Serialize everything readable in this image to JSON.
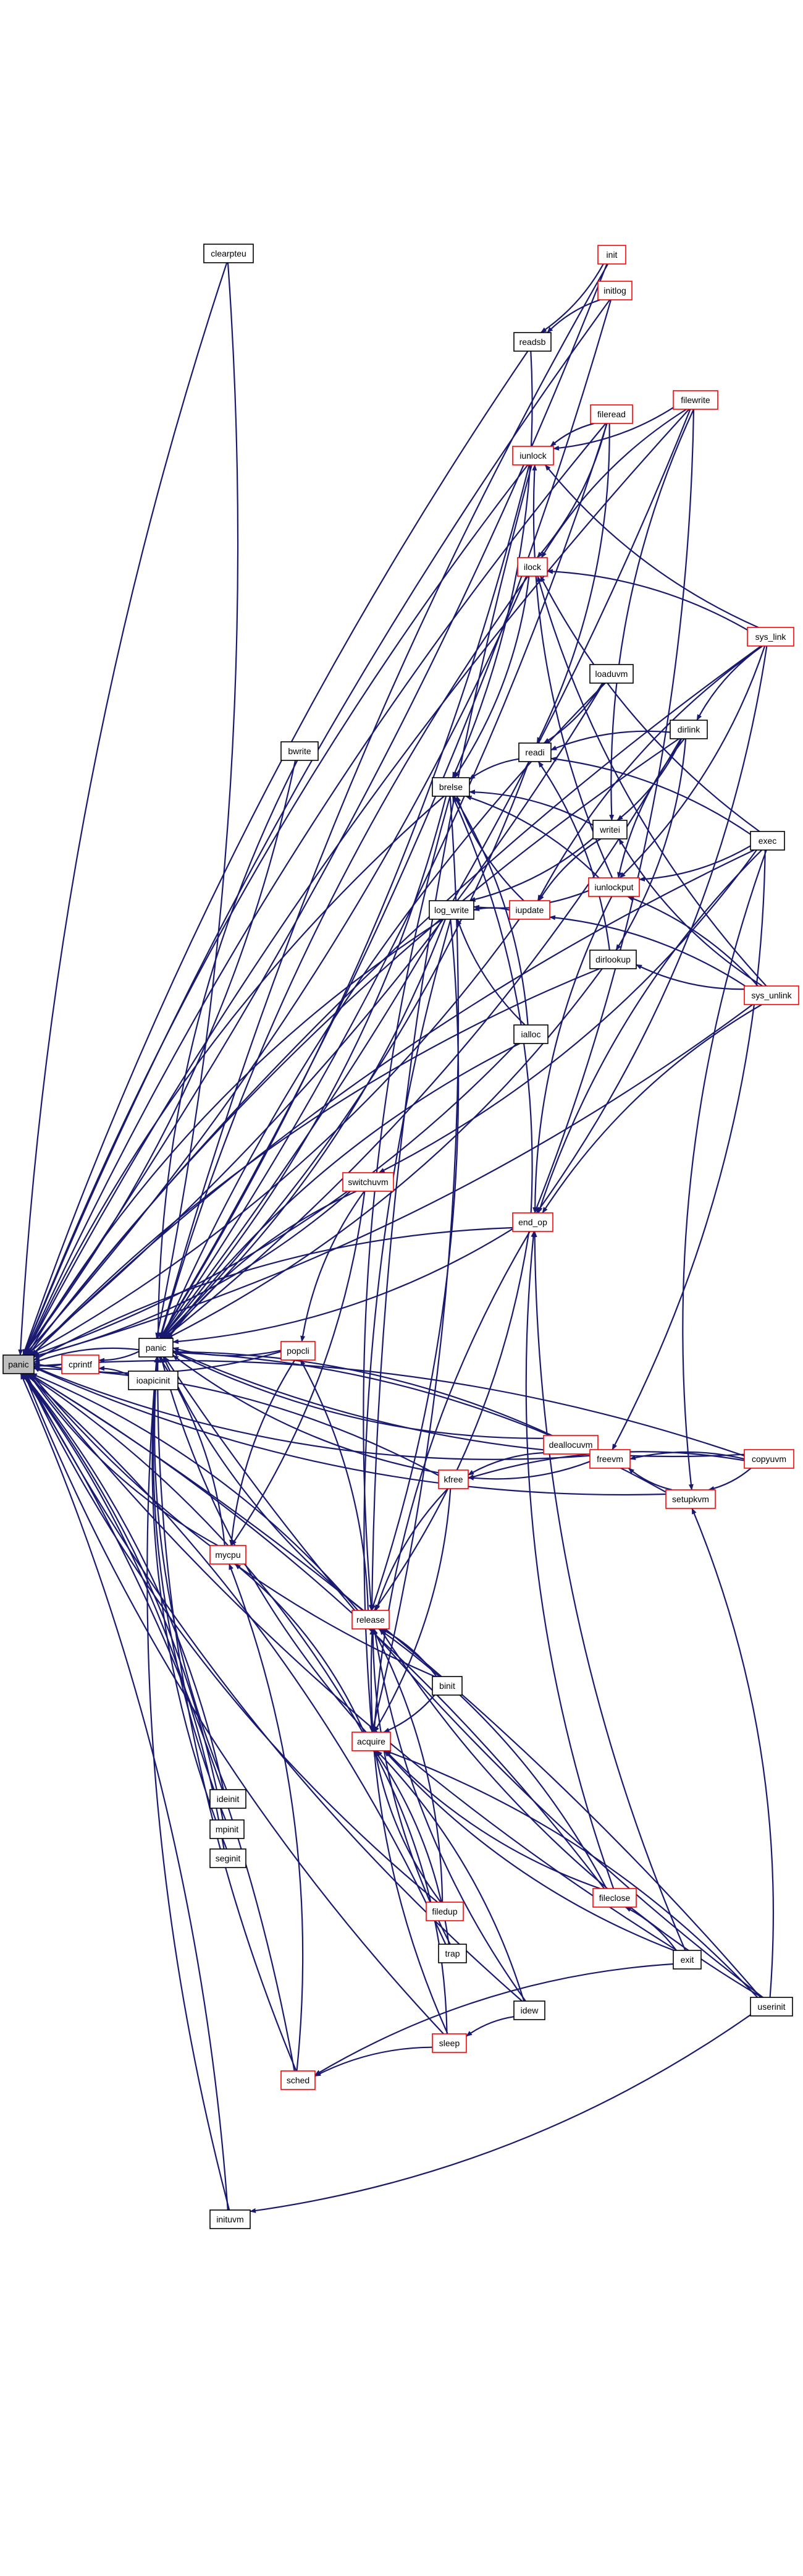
{
  "diagram": {
    "colors": {
      "edge": "#191970",
      "node_border": "#000000",
      "node_border_linked": "#ff0000",
      "node_fill": "#ffffff",
      "root_fill": "#bfbfbf"
    },
    "nodes": {
      "panic": {
        "label": "panic",
        "style": "root"
      },
      "cprintf": {
        "label": "cprintf",
        "style": "linked"
      },
      "panic2": {
        "label": "panic",
        "style": "plain"
      },
      "ioapicinit": {
        "label": "ioapicinit",
        "style": "plain"
      },
      "clearpteu": {
        "label": "clearpteu",
        "style": "plain"
      },
      "init": {
        "label": "init",
        "style": "linked"
      },
      "initlog": {
        "label": "initlog",
        "style": "linked"
      },
      "readsb": {
        "label": "readsb",
        "style": "plain"
      },
      "fileread": {
        "label": "fileread",
        "style": "linked"
      },
      "filewrite": {
        "label": "filewrite",
        "style": "linked"
      },
      "iunlock": {
        "label": "iunlock",
        "style": "linked"
      },
      "ilock": {
        "label": "ilock",
        "style": "linked"
      },
      "sys_link": {
        "label": "sys_link",
        "style": "linked"
      },
      "loaduvm": {
        "label": "loaduvm",
        "style": "plain"
      },
      "dirlink": {
        "label": "dirlink",
        "style": "plain"
      },
      "bwrite": {
        "label": "bwrite",
        "style": "plain"
      },
      "readi": {
        "label": "readi",
        "style": "plain"
      },
      "brelse": {
        "label": "brelse",
        "style": "plain"
      },
      "writei": {
        "label": "writei",
        "style": "plain"
      },
      "exec": {
        "label": "exec",
        "style": "plain"
      },
      "iunlockput": {
        "label": "iunlockput",
        "style": "linked"
      },
      "log_write": {
        "label": "log_write",
        "style": "plain"
      },
      "iupdate": {
        "label": "iupdate",
        "style": "linked"
      },
      "dirlookup": {
        "label": "dirlookup",
        "style": "plain"
      },
      "sys_unlink": {
        "label": "sys_unlink",
        "style": "linked"
      },
      "ialloc": {
        "label": "ialloc",
        "style": "plain"
      },
      "switchuvm": {
        "label": "switchuvm",
        "style": "linked"
      },
      "end_op": {
        "label": "end_op",
        "style": "linked"
      },
      "popcli": {
        "label": "popcli",
        "style": "linked"
      },
      "deallocuvm": {
        "label": "deallocuvm",
        "style": "linked"
      },
      "freevm": {
        "label": "freevm",
        "style": "linked"
      },
      "copyuvm": {
        "label": "copyuvm",
        "style": "linked"
      },
      "kfree": {
        "label": "kfree",
        "style": "linked"
      },
      "setupkvm": {
        "label": "setupkvm",
        "style": "linked"
      },
      "mycpu": {
        "label": "mycpu",
        "style": "linked"
      },
      "release": {
        "label": "release",
        "style": "linked"
      },
      "binit": {
        "label": "binit",
        "style": "plain"
      },
      "acquire": {
        "label": "acquire",
        "style": "linked"
      },
      "ideinit": {
        "label": "ideinit",
        "style": "plain"
      },
      "mpinit": {
        "label": "mpinit",
        "style": "plain"
      },
      "seginit": {
        "label": "seginit",
        "style": "plain"
      },
      "filedup": {
        "label": "filedup",
        "style": "linked"
      },
      "trap": {
        "label": "trap",
        "style": "plain"
      },
      "fileclose": {
        "label": "fileclose",
        "style": "linked"
      },
      "exit": {
        "label": "exit",
        "style": "plain"
      },
      "userinit": {
        "label": "userinit",
        "style": "plain"
      },
      "idew": {
        "label": "idew",
        "style": "plain"
      },
      "sleep": {
        "label": "sleep",
        "style": "linked"
      },
      "sched": {
        "label": "sched",
        "style": "linked"
      },
      "inituvm": {
        "label": "inituvm",
        "style": "plain"
      }
    }
  }
}
